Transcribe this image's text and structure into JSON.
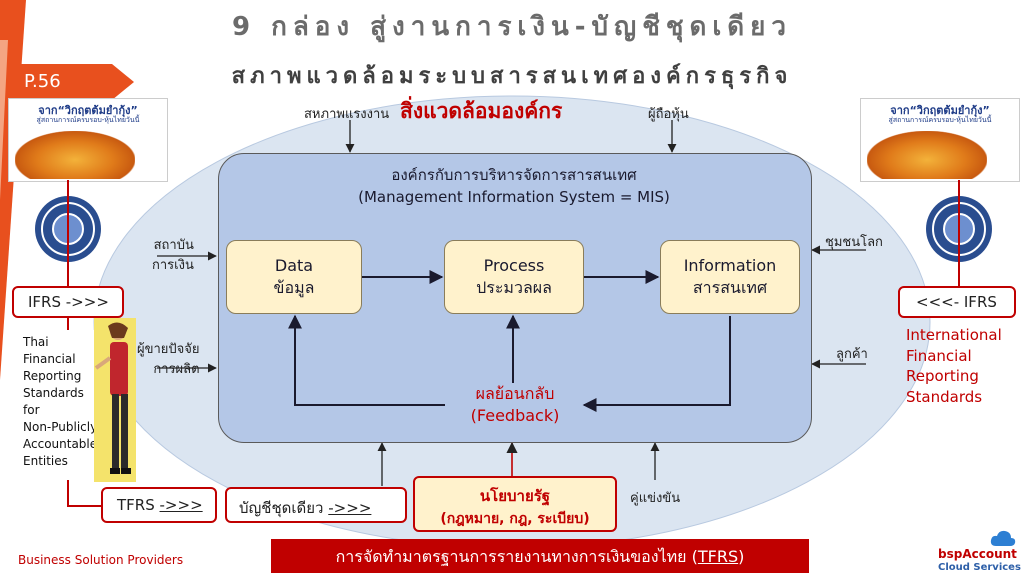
{
  "title": "9 กล่อง สู่งานการเงิน-บัญชีชุดเดียว",
  "subtitle": "สภาพแวดล้อมระบบสารสนเทศองค์กรธุรกิจ",
  "page_label": "P.56",
  "book": {
    "title": "จาก“วิกฤตต้มยำกุ้ง”",
    "subtitle": "สู่สถานการณ์ครบรอบ-หุ้นไทยวันนี้"
  },
  "environment": {
    "title": "สิ่งแวดล้อมองค์กร",
    "labels": {
      "labor": "สหภาพแรงงาน",
      "shareholders": "ผู้ถือหุ้น",
      "financial_institutions_1": "สถาบัน",
      "financial_institutions_2": "การเงิน",
      "suppliers_1": "ผู้ขายปัจจัย",
      "suppliers_2": "การผลิต",
      "global_community": "ชุมชนโลก",
      "customers": "ลูกค้า",
      "competitors": "คู่แข่งขัน"
    }
  },
  "mis": {
    "title_th": "องค์กรกับการบริหารจัดการสารสนเทศ",
    "title_en": "(Management Information System = MIS)",
    "nodes": [
      {
        "en": "Data",
        "th": "ข้อมูล"
      },
      {
        "en": "Process",
        "th": "ประมวลผล"
      },
      {
        "en": "Information",
        "th": "สารสนเทศ"
      }
    ],
    "feedback_th": "ผลย้อนกลับ",
    "feedback_en": "(Feedback)"
  },
  "left": {
    "ifrs_label": "IFRS ->>>",
    "thai_std": [
      "Thai",
      "Financial",
      "Reporting",
      "Standards",
      "for",
      "Non-Publicly",
      "Accountable",
      "Entities"
    ]
  },
  "right": {
    "ifrs_label": "<<<- IFRS",
    "ifrs_full": [
      "International",
      "Financial",
      "Reporting",
      "Standards"
    ]
  },
  "bottom": {
    "tfrs_text": "TFRS ",
    "tfrs_arrow": "->>>",
    "single_book_text": "บัญชีชุดเดียว ",
    "single_book_arrow": "->>>",
    "policy_title": "นโยบายรัฐ",
    "policy_detail": "(กฎหมาย, กฎ, ระเบียบ)",
    "band_text": "การจัดทำมาตรฐานการรายงานทางการเงินของไทย (",
    "band_link": "TFRS",
    "band_close": ")"
  },
  "footer": {
    "left": "Business Solution Providers",
    "logo_line1": "bspAccount",
    "logo_line2": "Cloud Services"
  },
  "colors": {
    "accent_red": "#c00000",
    "orange": "#e8501e",
    "ellipse": "#dbe5f1",
    "mis_box": "#b4c7e7",
    "node_fill": "#fff2cc"
  }
}
